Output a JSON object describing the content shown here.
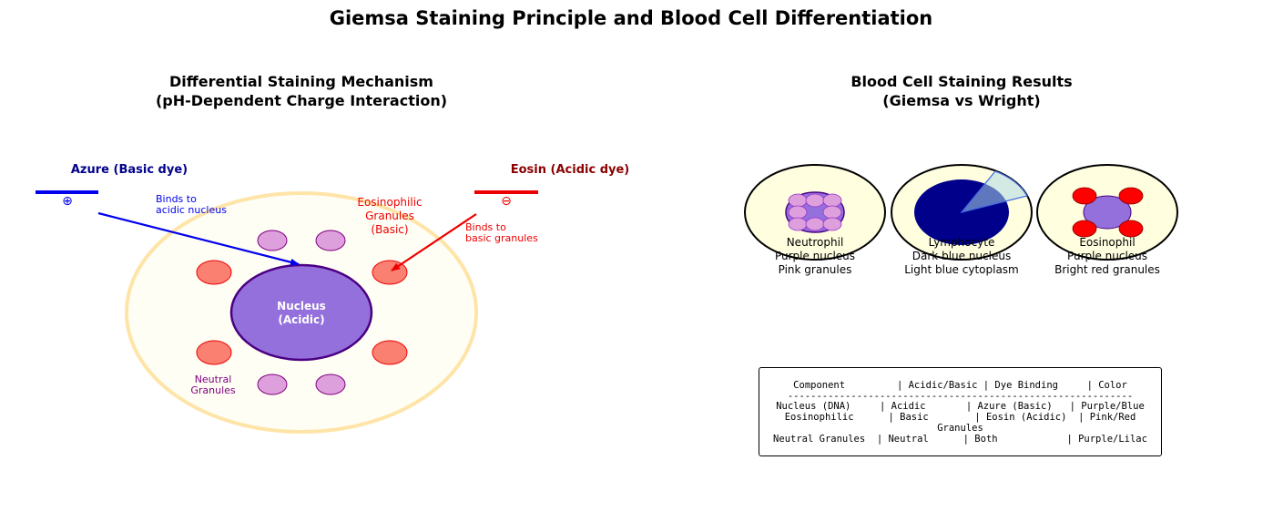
{
  "main_title": "Giemsa Staining Principle and Blood Cell Differentiation",
  "left_panel": {
    "title_line1": "Differential Staining Mechanism",
    "title_line2": "(pH-Dependent Charge Interaction)",
    "azure": {
      "label": "Azure (Basic dye)",
      "charge_symbol": "⊕",
      "binds_line1": "Binds to",
      "binds_line2": "acidic nucleus",
      "color": "#0000ee"
    },
    "eosin": {
      "label": "Eosin (Acidic dye)",
      "charge_symbol": "⊖",
      "binds_line1": "Binds to",
      "binds_line2": "basic granules",
      "color": "#ee0000"
    },
    "nucleus": {
      "line1": "Nucleus",
      "line2": "(Acidic)",
      "color": "#9370db"
    },
    "eosinophilic_granules": {
      "line1": "Eosinophilic",
      "line2": "Granules",
      "line3": "(Basic)",
      "color": "#fa8072"
    },
    "neutral_granules": {
      "line1": "Neutral",
      "line2": "Granules",
      "color": "#dda0dd"
    }
  },
  "right_panel": {
    "title_line1": "Blood Cell Staining Results",
    "title_line2": "(Giemsa vs Wright)",
    "cells": [
      {
        "name": "Neutrophil",
        "line2": "Purple nucleus",
        "line3": "Pink granules"
      },
      {
        "name": "Lymphocyte",
        "line2": "Dark blue nucleus",
        "line3": "Light blue cytoplasm"
      },
      {
        "name": "Eosinophil",
        "line2": "Purple nucleus",
        "line3": "Bright red granules"
      }
    ],
    "table_lines": [
      "Component         | Acidic/Basic | Dye Binding     | Color",
      "------------------------------------------------------------",
      "Nucleus (DNA)     | Acidic       | Azure (Basic)   | Purple/Blue",
      "Eosinophilic      | Basic        | Eosin (Acidic)  | Pink/Red",
      "Granules",
      "Neutral Granules  | Neutral      | Both            | Purple/Lilac"
    ]
  }
}
